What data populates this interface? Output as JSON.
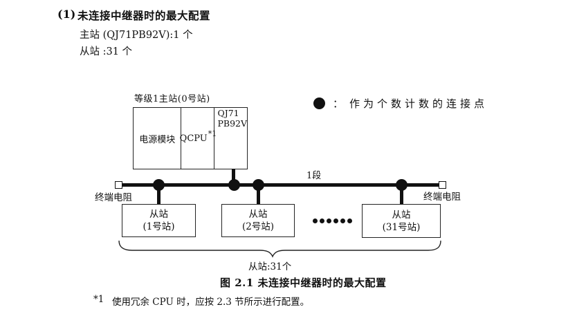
{
  "heading": {
    "number": "(1)",
    "title": "未连接中继器时的最大配置"
  },
  "specs": {
    "master": "主站 (QJ71PB92V):1 个",
    "slaves": "从站 :31 个"
  },
  "diagram": {
    "master_station": {
      "label": "等级1主站(0号站)",
      "module_power": "电源模块",
      "module_cpu": "QCPU",
      "module_cpu_note": "*1",
      "module_pb_line1": "QJ71",
      "module_pb_line2": "PB92V"
    },
    "legend": {
      "colon": "：",
      "text": "作为个数计数的连接点"
    },
    "segment_label": "1段",
    "terminator_left_label": "终端电阻",
    "terminator_right_label": "终端电阻",
    "slave_stations": [
      {
        "line1": "从站",
        "line2": "(1号站)"
      },
      {
        "line1": "从站",
        "line2": "(2号站)"
      },
      {
        "line1": "从站",
        "line2": "(31号站)"
      }
    ],
    "slave_count_label": "从站:31个"
  },
  "caption": "图 2.1 未连接中继器时的最大配置",
  "footnote": {
    "ref": "*1",
    "text": "使用冗余 CPU 时，应按 2.3 节所示进行配置。"
  },
  "colors": {
    "ink": "#111111",
    "border": "#222222",
    "background": "#ffffff"
  }
}
